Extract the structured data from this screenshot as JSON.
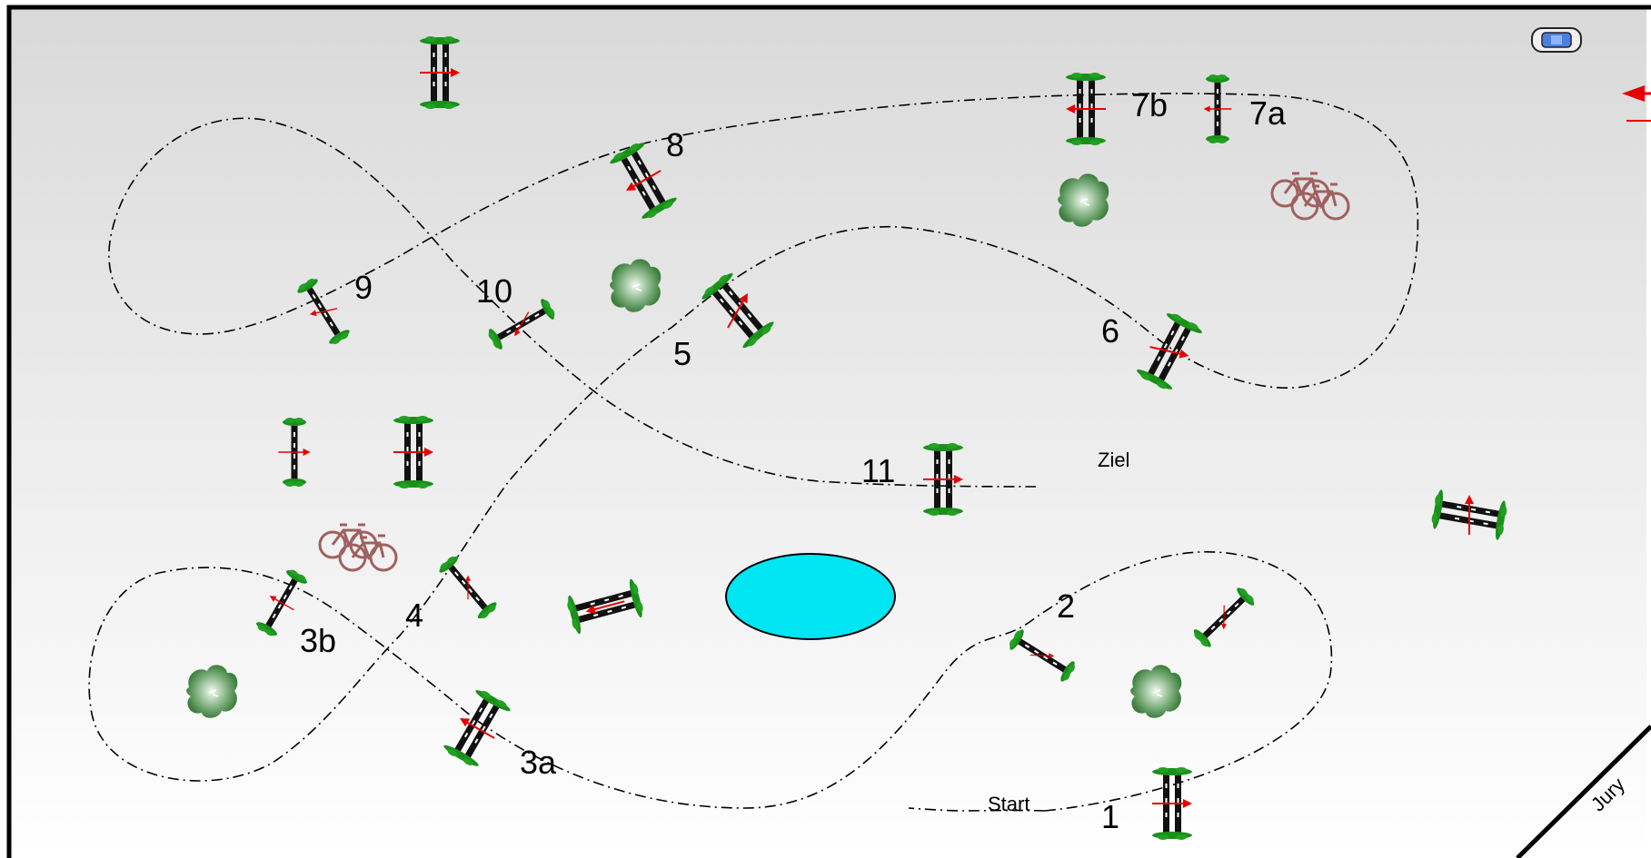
{
  "diagram": {
    "labels": {
      "start": "Start",
      "finish": "Ziel",
      "jury": "Jury",
      "obstacle_1": "1",
      "obstacle_2": "2",
      "obstacle_3a": "3a",
      "obstacle_3b": "3b",
      "obstacle_4": "4",
      "obstacle_5": "5",
      "obstacle_6": "6",
      "obstacle_7a": "7a",
      "obstacle_7b": "7b",
      "obstacle_8": "8",
      "obstacle_9": "9",
      "obstacle_10": "10",
      "obstacle_11": "11"
    },
    "icons": {
      "jump": "jump-icon",
      "double_jump": "double-jump-icon",
      "bush": "bush-icon",
      "bicycles": "bicycles-icon",
      "pond": "pond-icon",
      "car": "car-icon",
      "entry_arrow": "arrow-left-icon"
    },
    "colors": {
      "border": "#000000",
      "background_top": "#d9d9d9",
      "background_bottom": "#ffffff",
      "pond": "#00e5f2",
      "plant": "#1a8f1a",
      "direction_arrow": "#e60000",
      "bicycle": "#a06060",
      "bush": "#5a9a5a",
      "car": "#4a7fe0",
      "path": "#000000"
    }
  }
}
